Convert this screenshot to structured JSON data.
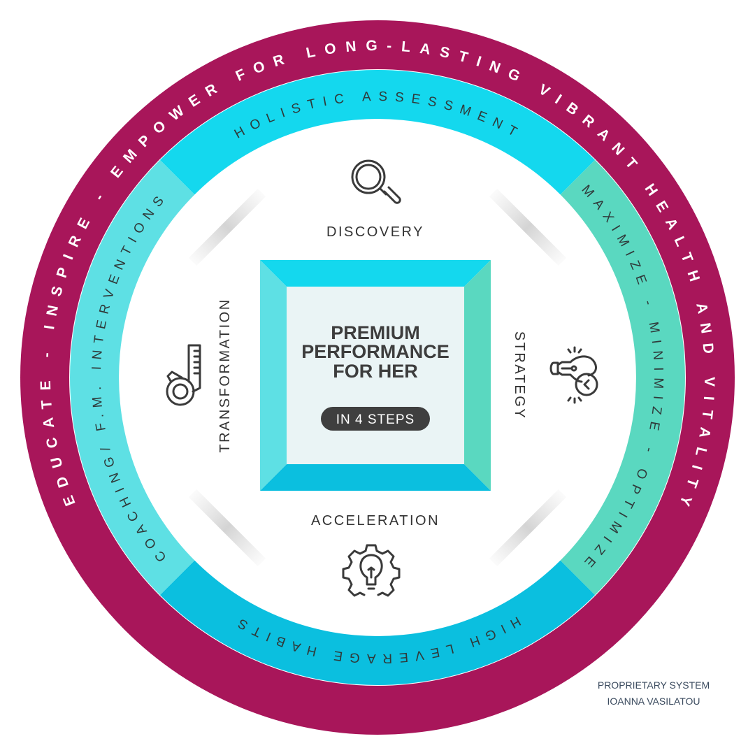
{
  "outer_ring": {
    "text": "EDUCATE - INSPIRE - EMPOWER FOR LONG-LASTING VIBRANT HEALTH AND VITALITY",
    "color": "#A8165A"
  },
  "inner_ring": {
    "top": {
      "text": "HOLISTIC ASSESSMENT",
      "color": "#14D8EE"
    },
    "right": {
      "text": "MAXIMIZE - MINIMIZE - OPTIMIZE",
      "color": "#5AD8C0"
    },
    "bottom": {
      "text": "HIGH LEVERAGE HABITS",
      "color": "#0BBFDF"
    },
    "left": {
      "text": "COACHING/ F.M. INTERVENTIONS",
      "color": "#5EE0E4"
    }
  },
  "steps": {
    "top": {
      "label": "DISCOVERY",
      "icon": "magnifier-icon"
    },
    "right": {
      "label": "STRATEGY",
      "icon": "lightbulb-clock-icon"
    },
    "bottom": {
      "label": "ACCELERATION",
      "icon": "gear-lightbulb-icon"
    },
    "left": {
      "label": "TRANSFORMATION",
      "icon": "tape-measure-icon"
    }
  },
  "center": {
    "title_lines": [
      "PREMIUM",
      "PERFORMANCE",
      "FOR HER"
    ],
    "badge": "IN 4 STEPS"
  },
  "footer": {
    "line1": "PROPRIETARY SYSTEM",
    "line2": "IOANNA VASILATOU"
  }
}
